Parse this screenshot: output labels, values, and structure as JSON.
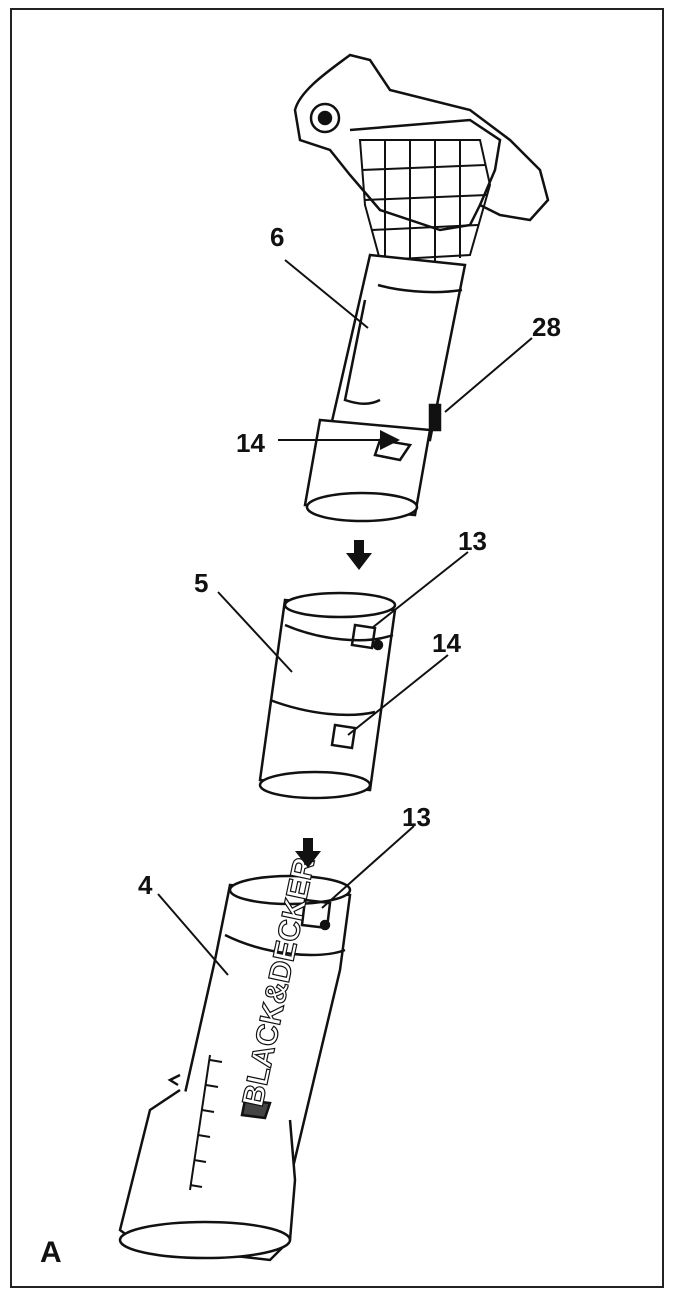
{
  "figure_letter": "A",
  "callouts": {
    "handle_tube": "6",
    "lock_button": "28",
    "upper_slot": "14",
    "middle_tab": "13",
    "middle_tube": "5",
    "middle_slot": "14",
    "lower_tab": "13",
    "lower_tube": "4"
  },
  "brand_logo_text": "BLACK&DECKER",
  "colors": {
    "line": "#111111",
    "background": "#ffffff"
  },
  "icons": [
    "down-arrow-icon",
    "down-arrow-icon"
  ]
}
